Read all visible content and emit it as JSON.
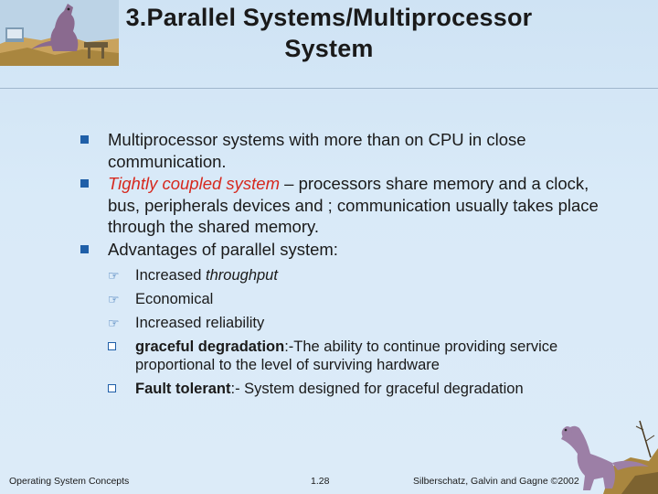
{
  "slide": {
    "title": "3.Parallel Systems/Multiprocessor System",
    "bullets": [
      {
        "text": "Multiprocessor systems with more than on CPU in close communication."
      },
      {
        "emph": "Tightly coupled system",
        "text": " – processors share memory and a clock, bus, peripherals devices and ; communication usually takes place through the shared memory."
      },
      {
        "text": "Advantages of parallel system:"
      }
    ],
    "subbullets": [
      {
        "pre": "Increased ",
        "emph": "throughput",
        "post": ""
      },
      {
        "pre": "Economical",
        "emph": "",
        "post": ""
      },
      {
        "pre": "Increased reliability",
        "emph": "",
        "post": ""
      },
      {
        "bold": "graceful degradation",
        "text": ":-The ability to continue providing service proportional to the level of surviving hardware"
      },
      {
        "bold": "Fault tolerant",
        "text": ":- System designed for graceful degradation"
      }
    ],
    "footer": {
      "left": "Operating System Concepts",
      "center": "1.28",
      "right": "Silberschatz, Galvin and  Gagne ©2002"
    }
  },
  "icons": {
    "bullet_main": "square-bullet-icon",
    "bullet_hand": "pointing-hand-icon",
    "bullet_box": "hollow-square-icon",
    "top_left_art": "dinosaur-desk-illustration",
    "bottom_right_art": "dinosaur-walking-illustration"
  },
  "colors": {
    "bullet": "#1f5fa8",
    "emphasis": "#d6281e",
    "background": "#d9eaf8"
  }
}
